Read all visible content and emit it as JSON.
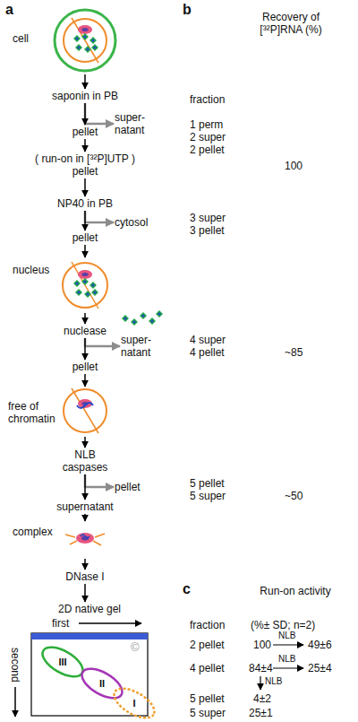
{
  "diagram": {
    "nodes": [
      {
        "text": [
          "cell"
        ]
      },
      {
        "text": [
          "saponin in PB"
        ]
      },
      {
        "text": [
          "pellet"
        ]
      },
      {
        "text": [
          "super-natant"
        ]
      },
      {
        "text": [
          "( run-on in [³²P]UTP )",
          "pellet"
        ]
      },
      {
        "text": [
          "NP40 in PB"
        ]
      },
      {
        "text": [
          "pellet"
        ]
      },
      {
        "text": [
          "cytosol"
        ]
      },
      {
        "text": [
          "nucleus"
        ]
      },
      {
        "text": [
          "nuclease"
        ]
      },
      {
        "text": [
          "super-natant"
        ]
      },
      {
        "text": [
          "pellet"
        ]
      },
      {
        "text": [
          "free of chromatin"
        ]
      },
      {
        "text": [
          "NLB caspases"
        ]
      },
      {
        "text": [
          "pellet"
        ]
      },
      {
        "text": [
          "supernatant"
        ]
      },
      {
        "text": [
          "complex"
        ]
      },
      {
        "text": [
          "DNase I"
        ]
      },
      {
        "text": [
          "2D native gel"
        ]
      },
      {
        "text": [
          "III"
        ],
        "in": 18
      },
      {
        "text": [
          "II"
        ],
        "in": 18
      },
      {
        "text": [
          "I"
        ],
        "in": 18
      }
    ],
    "edges": [
      {
        "from": 0,
        "to": 1,
        "arrow": "to"
      },
      {
        "from": 1,
        "to": 2,
        "arrow": "to"
      },
      {
        "from": 1,
        "to": 3,
        "arrow": "to"
      },
      {
        "from": 2,
        "to": 4,
        "arrow": "to"
      },
      {
        "from": 4,
        "to": 5,
        "arrow": "to"
      },
      {
        "from": 5,
        "to": 6,
        "arrow": "to"
      },
      {
        "from": 5,
        "to": 7,
        "arrow": "to"
      },
      {
        "from": 6,
        "to": 8,
        "arrow": "to"
      },
      {
        "from": 8,
        "to": 9,
        "arrow": "to"
      },
      {
        "from": 9,
        "to": 11,
        "arrow": "to"
      },
      {
        "from": 9,
        "to": 10,
        "arrow": "to"
      },
      {
        "from": 11,
        "to": 12,
        "arrow": "to"
      },
      {
        "from": 12,
        "to": 13,
        "arrow": "to"
      },
      {
        "from": 13,
        "to": 15,
        "arrow": "to"
      },
      {
        "from": 13,
        "to": 14,
        "arrow": "to"
      },
      {
        "from": 15,
        "to": 16,
        "arrow": "to"
      },
      {
        "from": 16,
        "to": 17,
        "arrow": "to"
      },
      {
        "from": 17,
        "to": 18,
        "arrow": "to"
      }
    ],
    "labels": [
      "a",
      "b",
      "Recovery of [³²P]RNA (%)",
      "fraction",
      "1 perm",
      "2 super",
      "2 pellet",
      "100",
      "3 super",
      "3 pellet",
      "4 super",
      "4 pellet",
      "~85",
      "5 pellet",
      "5 super",
      "~50",
      "c",
      "Run-on activity",
      "fraction",
      "(%± SD; n=2)",
      "2 pellet",
      "100",
      "NLB",
      "49±6",
      "4 pellet",
      "84±4",
      "NLB",
      "25±4",
      "NLB",
      "5 pellet",
      "4±2",
      "5 super",
      "25±1",
      "first",
      "second",
      "©"
    ]
  }
}
